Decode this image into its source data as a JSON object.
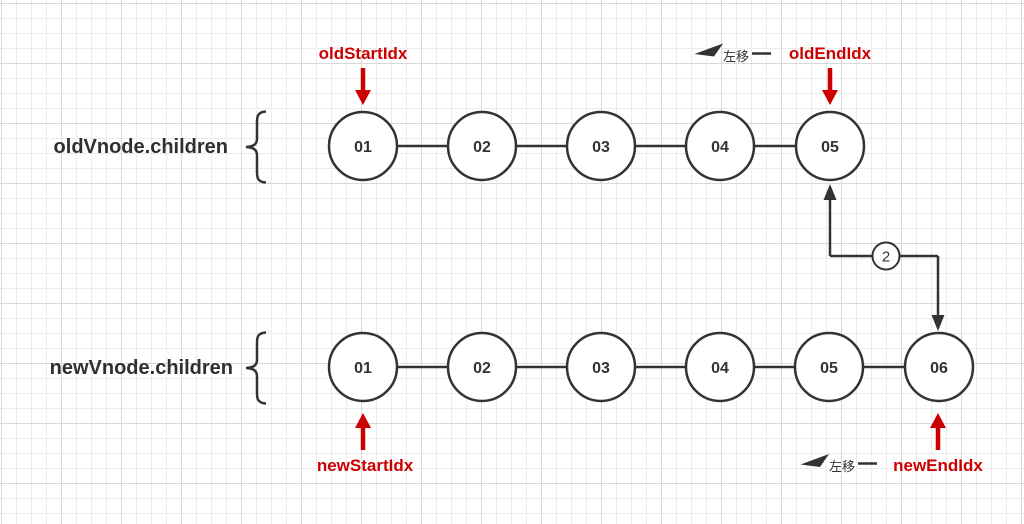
{
  "canvas": {
    "colors": {
      "pointer_red": "#cc0000",
      "stroke_dark": "#333333"
    },
    "old_list": {
      "label": "oldVnode.children",
      "nodes": [
        "01",
        "02",
        "03",
        "04",
        "05"
      ]
    },
    "new_list": {
      "label": "newVnode.children",
      "nodes": [
        "01",
        "02",
        "03",
        "04",
        "05",
        "06"
      ]
    },
    "pointers": {
      "old_start": {
        "label": "oldStartIdx"
      },
      "old_end": {
        "label": "oldEndIdx"
      },
      "new_start": {
        "label": "newStartIdx"
      },
      "new_end": {
        "label": "newEndIdx"
      }
    },
    "move_hint_top": {
      "label": "左移"
    },
    "move_hint_bottom": {
      "label": "左移"
    },
    "step_badge": {
      "label": "2"
    }
  }
}
